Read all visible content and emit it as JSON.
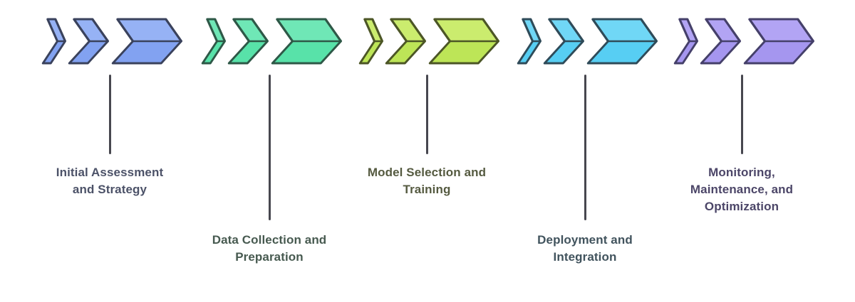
{
  "diagram": {
    "background": "#FFFFFF",
    "connector_color": "#47474F",
    "stages": [
      {
        "label": "Initial Assessment and Strategy",
        "lines": [
          "Initial Assessment",
          "and Strategy"
        ],
        "icon": "triple-chevron-right",
        "fill": "#82A2F1",
        "fill_top": "#96B2F5",
        "stroke": "#3A425C",
        "text_color": "#4C5268"
      },
      {
        "label": "Data Collection and Preparation",
        "lines": [
          "Data Collection and",
          "Preparation"
        ],
        "icon": "triple-chevron-right",
        "fill": "#58E2A9",
        "fill_top": "#6FE7B6",
        "stroke": "#2E5847",
        "text_color": "#475A50"
      },
      {
        "label": "Model Selection and Training",
        "lines": [
          "Model Selection and",
          "Training"
        ],
        "icon": "triple-chevron-right",
        "fill": "#BDE557",
        "fill_top": "#CBEC6E",
        "stroke": "#4C5626",
        "text_color": "#555A40"
      },
      {
        "label": "Deployment and Integration",
        "lines": [
          "Deployment and",
          "Integration"
        ],
        "icon": "triple-chevron-right",
        "fill": "#57CEF3",
        "fill_top": "#70D7F6",
        "stroke": "#2F4B59",
        "text_color": "#41535D"
      },
      {
        "label": "Monitoring, Maintenance, and Optimization",
        "lines": [
          "Monitoring,",
          "Maintenance, and",
          "Optimization"
        ],
        "icon": "triple-chevron-right",
        "fill": "#A596EF",
        "fill_top": "#B2A4F4",
        "stroke": "#45406A",
        "text_color": "#4C4668"
      }
    ]
  }
}
